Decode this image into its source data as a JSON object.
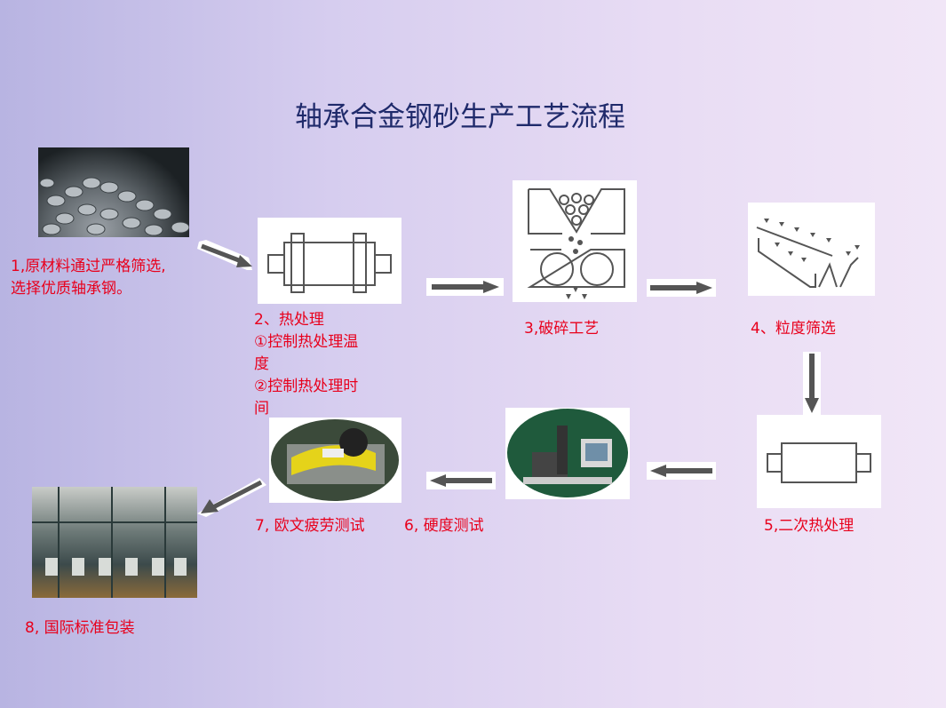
{
  "title": "轴承合金钢砂生产工艺流程",
  "steps": [
    {
      "lines": [
        "1,原材料通过严格筛选,",
        "选择优质轴承钢。"
      ],
      "icon": "steel-balls-photo"
    },
    {
      "lines": [
        "2、热处理",
        "①控制热处理温",
        "度",
        "②控制热处理时",
        "间"
      ],
      "icon": "furnace-drum-diagram"
    },
    {
      "lines": [
        "3,破碎工艺"
      ],
      "icon": "crusher-diagram"
    },
    {
      "lines": [
        "4、粒度筛选"
      ],
      "icon": "screening-diagram"
    },
    {
      "lines": [
        "5,二次热处理"
      ],
      "icon": "furnace-drum-diagram"
    },
    {
      "lines": [
        "6, 硬度测试"
      ],
      "icon": "hardness-tester-photo"
    },
    {
      "lines": [
        "7, 欧文疲劳测试"
      ],
      "icon": "fatigue-tester-photo"
    },
    {
      "lines": [
        "8, 国际标准包装"
      ],
      "icon": "packaging-plant-photo"
    }
  ],
  "colors": {
    "title": "#1f2a6b",
    "label": "#e8001c",
    "arrow": "#555555"
  }
}
